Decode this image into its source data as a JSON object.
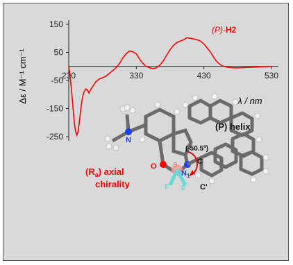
{
  "chart_data": {
    "type": "line",
    "xlabel": "λ / nm",
    "ylabel": "Δε / M⁻¹ cm⁻¹",
    "xlim": [
      230,
      530
    ],
    "ylim": [
      -250,
      150
    ],
    "x_ticks": [
      230,
      330,
      430,
      530
    ],
    "y_ticks": [
      150,
      50,
      -50,
      -150,
      -250
    ],
    "grid": false,
    "series": [
      {
        "name": "(P)-H2",
        "color": "#ff0000",
        "x": [
          230,
          232,
          235,
          238,
          240,
          242,
          244,
          246,
          248,
          250,
          252,
          255,
          258,
          260,
          263,
          266,
          270,
          275,
          280,
          285,
          290,
          295,
          300,
          305,
          310,
          315,
          320,
          325,
          330,
          335,
          340,
          345,
          350,
          355,
          360,
          365,
          370,
          375,
          380,
          385,
          390,
          395,
          400,
          405,
          410,
          415,
          420,
          425,
          430,
          435,
          440,
          445,
          450,
          455,
          460,
          465,
          470,
          475,
          480,
          490,
          500,
          510,
          520,
          530
        ],
        "y": [
          0,
          -30,
          -110,
          -195,
          -230,
          -245,
          -230,
          -190,
          -150,
          -115,
          -95,
          -80,
          -85,
          -95,
          -80,
          -70,
          -55,
          -45,
          -40,
          -35,
          -25,
          -15,
          -5,
          10,
          30,
          45,
          55,
          52,
          45,
          25,
          10,
          0,
          -5,
          -8,
          -5,
          5,
          20,
          40,
          60,
          75,
          85,
          90,
          95,
          102,
          100,
          98,
          95,
          90,
          80,
          65,
          50,
          30,
          15,
          5,
          0,
          -3,
          -4,
          -5,
          -5,
          -4,
          -3,
          -2,
          -1,
          0
        ]
      }
    ]
  },
  "figure": {
    "series_label_prefix": "(P)-",
    "series_label_suffix": "H2",
    "helix_label": "(P) helix",
    "helix_label_p": "P",
    "angle_label": "(-50.5º)",
    "axial_label_line1_a": "(R",
    "axial_label_line1_sub": "a",
    "axial_label_line1_b": ") axial",
    "axial_label_line2": "chirality",
    "atom_C": "C",
    "atom_C_prime": "C'",
    "atom_N": "N",
    "atom_N1": "N",
    "atom_N1_sub": "1",
    "atom_O": "O",
    "atom_B": "B",
    "atom_F1": "F",
    "atom_F2": "F",
    "colors": {
      "curve": "#ff0000",
      "carbon": "#777777",
      "hydrogen": "#f2f2f2",
      "nitrogen": "#1a3ff0",
      "oxygen": "#ff0000",
      "boron": "#f0a0a0",
      "fluorine": "#66d9d9"
    }
  }
}
